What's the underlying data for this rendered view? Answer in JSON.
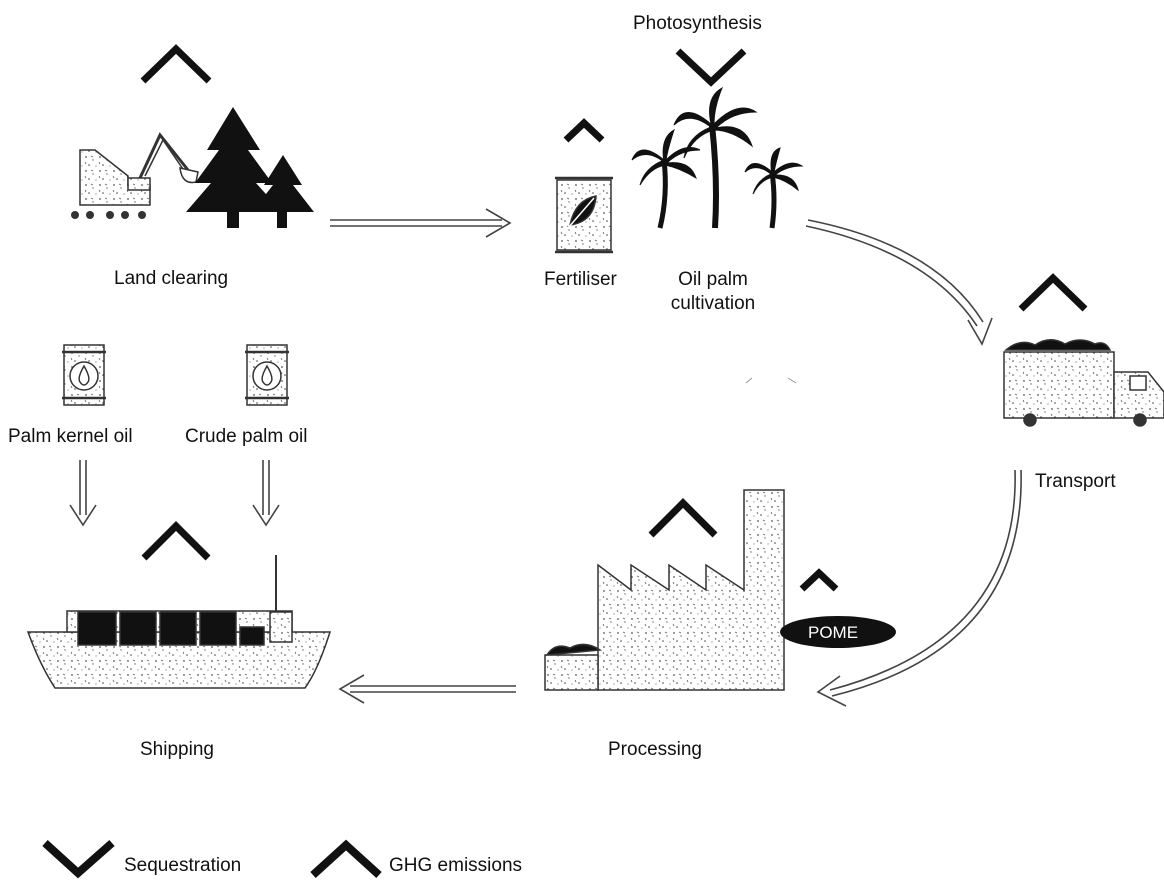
{
  "diagram": {
    "labels": {
      "photosynthesis": "Photosynthesis",
      "land_clearing": "Land clearing",
      "fertiliser": "Fertiliser",
      "oil_palm_line1": "Oil palm",
      "oil_palm_line2": "cultivation",
      "transport": "Transport",
      "processing": "Processing",
      "shipping": "Shipping",
      "palm_kernel_oil": "Palm kernel oil",
      "crude_palm_oil": "Crude palm oil",
      "pome": "POME"
    },
    "legend": {
      "sequestration": "Sequestration",
      "ghg_emissions": "GHG emissions"
    },
    "colors": {
      "ink": "#111111",
      "speckle": "#555555",
      "background": "#ffffff"
    }
  }
}
